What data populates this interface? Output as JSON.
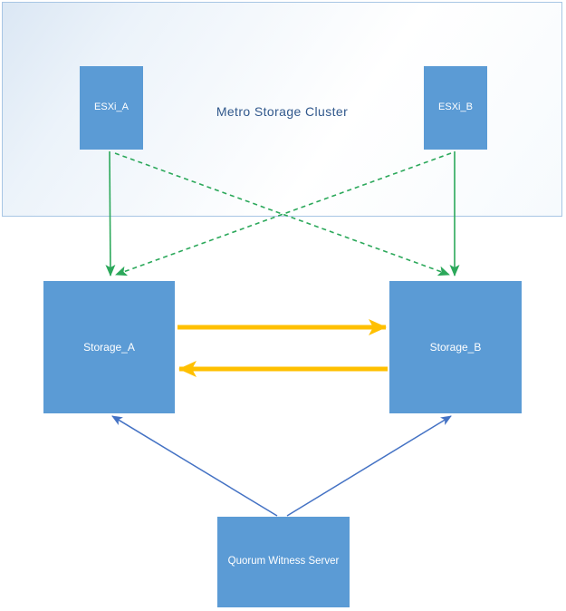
{
  "diagram": {
    "cluster": {
      "label": "Metro Storage Cluster"
    },
    "nodes": {
      "esxi_a": {
        "label": "ESXi_A"
      },
      "esxi_b": {
        "label": "ESXi_B"
      },
      "storage_a": {
        "label": "Storage_A"
      },
      "storage_b": {
        "label": "Storage_B"
      },
      "quorum": {
        "label": "Quorum Witness Server"
      }
    },
    "links": [
      {
        "from": "ESXi_A",
        "to": "Storage_A",
        "style": "solid",
        "color": "green"
      },
      {
        "from": "ESXi_B",
        "to": "Storage_B",
        "style": "solid",
        "color": "green"
      },
      {
        "from": "ESXi_A",
        "to": "Storage_B",
        "style": "dashed",
        "color": "green"
      },
      {
        "from": "ESXi_B",
        "to": "Storage_A",
        "style": "dashed",
        "color": "green"
      },
      {
        "from": "Storage_A",
        "to": "Storage_B",
        "style": "thick",
        "color": "orange"
      },
      {
        "from": "Storage_B",
        "to": "Storage_A",
        "style": "thick",
        "color": "orange"
      },
      {
        "from": "Quorum Witness Server",
        "to": "Storage_A",
        "style": "thin",
        "color": "blue"
      },
      {
        "from": "Quorum Witness Server",
        "to": "Storage_B",
        "style": "thin",
        "color": "blue"
      }
    ],
    "colors": {
      "node_fill": "#5B9BD5",
      "node_text": "#FFFFFF",
      "cluster_border": "#A8C6E4",
      "cluster_label": "#31588C",
      "green_link": "#2BA85A",
      "orange_link": "#FFC000",
      "blue_link": "#4472C4"
    }
  }
}
